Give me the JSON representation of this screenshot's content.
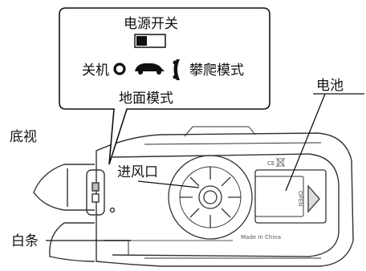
{
  "labels": {
    "view_title": "底视",
    "power_switch": "电源开关",
    "power_off": "关机",
    "climb_mode": "攀爬模式",
    "ground_mode": "地面模式",
    "air_intake": "进风口",
    "battery": "电池",
    "white_strip": "白条"
  },
  "device_text": {
    "made_in": "Made In China",
    "ce": "CE",
    "open": "OPEN"
  },
  "icons": [
    "ring-icon",
    "car-icon",
    "wall-climb-icon",
    "switch-knob-icon",
    "weee-bin-icon"
  ]
}
